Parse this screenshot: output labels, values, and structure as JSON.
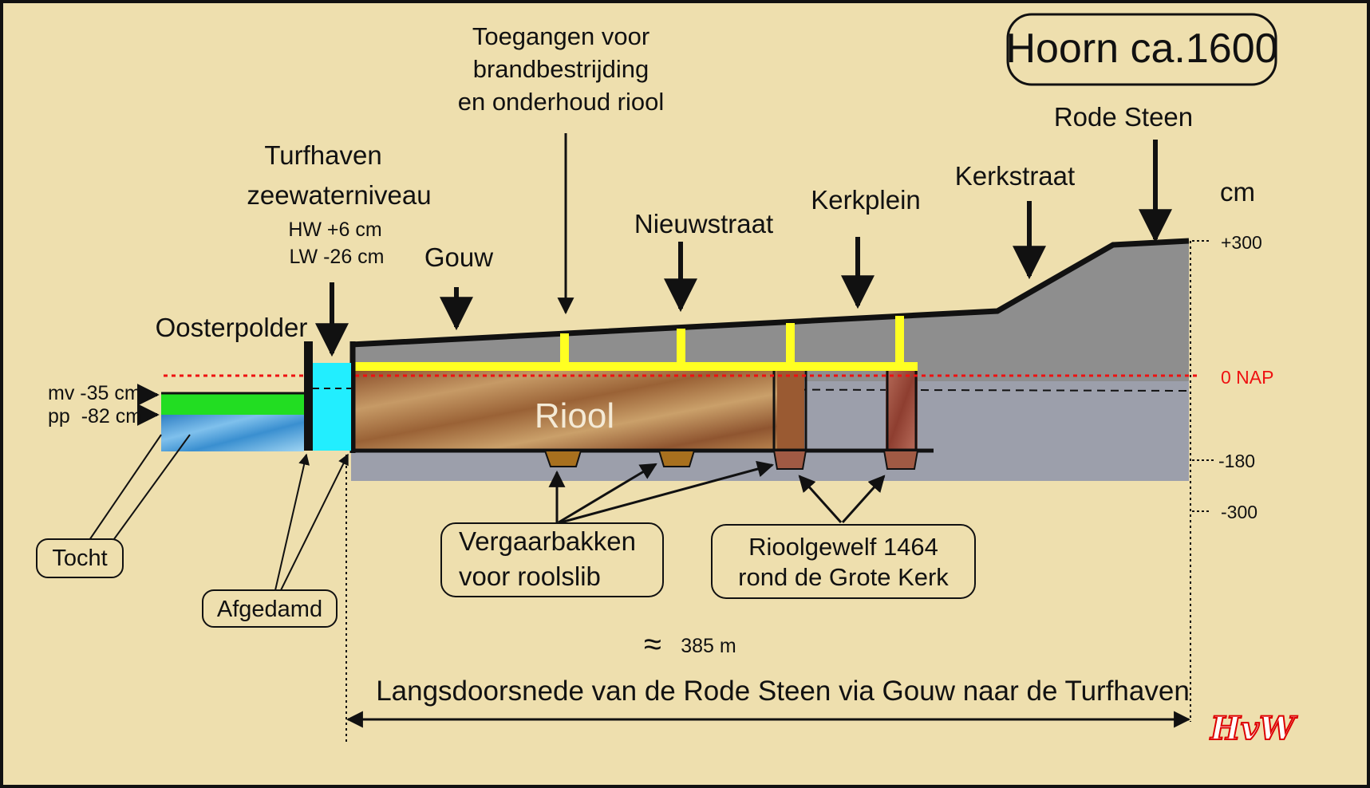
{
  "title": "Hoorn ca.1600",
  "unit": "cm",
  "scale": {
    "p300": "+300",
    "nap": "0 NAP",
    "m180": "-180",
    "m300": "-300"
  },
  "places": {
    "rode_steen": "Rode Steen",
    "kerkstraat": "Kerkstraat",
    "kerkplein": "Kerkplein",
    "nieuwstraat": "Nieuwstraat",
    "gouw": "Gouw",
    "oosterpolder": "Oosterpolder"
  },
  "toegangen": [
    "Toegangen voor",
    "brandbestrijding",
    "en onderhoud riool"
  ],
  "turfhaven": {
    "line1": "Turfhaven",
    "line2": "zeewaterniveau",
    "hw": "HW +6 cm",
    "lw": "LW -26 cm"
  },
  "levels": {
    "mv": "mv -35 cm",
    "pp": "pp  -82 cm"
  },
  "riool": "Riool",
  "callouts": {
    "tocht": "Tocht",
    "afgedamd": "Afgedamd",
    "vergaarbakken": [
      "Vergaarbakken",
      "voor roolslib"
    ],
    "rioolgewelf": [
      "Rioolgewelf 1464",
      "rond de Grote Kerk"
    ]
  },
  "distance": {
    "approx": "≈",
    "value": "385 m"
  },
  "caption": "Langsdoorsnede van de Rode Steen via Gouw naar de Turfhaven",
  "signature": "HvW",
  "colors": {
    "background": "#eedfae",
    "ground": "#8e8e8e",
    "subsoil": "#9c9fab",
    "sewer_light": "#c79a62",
    "sewer_dark": "#8a4e2a",
    "access_shafts": "#ffff22",
    "harbor_water": "#22eeff",
    "grass": "#22dd22",
    "polder_water": "#3d8fd0",
    "vault_brick": "#a9584a",
    "nap_line": "#ee1111",
    "signature": "#dd0000"
  }
}
